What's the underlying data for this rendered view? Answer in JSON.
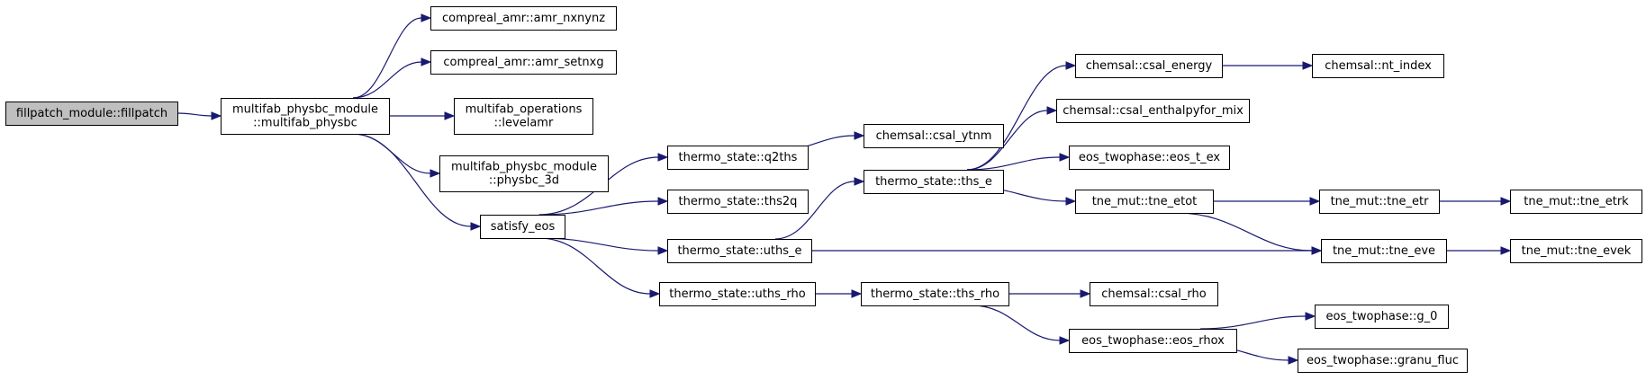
{
  "colors": {
    "edge": "#191970",
    "root_fill": "#bfbfbf",
    "node_fill": "#ffffff",
    "border": "#000000"
  },
  "nodes": [
    {
      "id": "fillpatch",
      "lines": [
        "fillpatch_module::fillpatch"
      ]
    },
    {
      "id": "multifab_physbc",
      "lines": [
        "multifab_physbc_module",
        "::multifab_physbc"
      ]
    },
    {
      "id": "amr_nxnynz",
      "lines": [
        "compreal_amr::amr_nxnynz"
      ]
    },
    {
      "id": "amr_setnxg",
      "lines": [
        "compreal_amr::amr_setnxg"
      ]
    },
    {
      "id": "levelamr",
      "lines": [
        "multifab_operations",
        "::levelamr"
      ]
    },
    {
      "id": "physbc_3d",
      "lines": [
        "multifab_physbc_module",
        "::physbc_3d"
      ]
    },
    {
      "id": "satisfy_eos",
      "lines": [
        "satisfy_eos"
      ]
    },
    {
      "id": "q2ths",
      "lines": [
        "thermo_state::q2ths"
      ]
    },
    {
      "id": "ths2q",
      "lines": [
        "thermo_state::ths2q"
      ]
    },
    {
      "id": "uths_e",
      "lines": [
        "thermo_state::uths_e"
      ]
    },
    {
      "id": "uths_rho",
      "lines": [
        "thermo_state::uths_rho"
      ]
    },
    {
      "id": "csal_ytnm",
      "lines": [
        "chemsal::csal_ytnm"
      ]
    },
    {
      "id": "ths_e",
      "lines": [
        "thermo_state::ths_e"
      ]
    },
    {
      "id": "ths_rho",
      "lines": [
        "thermo_state::ths_rho"
      ]
    },
    {
      "id": "csal_energy",
      "lines": [
        "chemsal::csal_energy"
      ]
    },
    {
      "id": "csal_enthalpy",
      "lines": [
        "chemsal::csal_enthalpyfor_mix"
      ]
    },
    {
      "id": "eos_t_ex",
      "lines": [
        "eos_twophase::eos_t_ex"
      ]
    },
    {
      "id": "tne_etot",
      "lines": [
        "tne_mut::tne_etot"
      ]
    },
    {
      "id": "csal_rho",
      "lines": [
        "chemsal::csal_rho"
      ]
    },
    {
      "id": "eos_rhox",
      "lines": [
        "eos_twophase::eos_rhox"
      ]
    },
    {
      "id": "nt_index",
      "lines": [
        "chemsal::nt_index"
      ]
    },
    {
      "id": "tne_etr",
      "lines": [
        "tne_mut::tne_etr"
      ]
    },
    {
      "id": "tne_eve",
      "lines": [
        "tne_mut::tne_eve"
      ]
    },
    {
      "id": "g_0",
      "lines": [
        "eos_twophase::g_0"
      ]
    },
    {
      "id": "granu_fluc",
      "lines": [
        "eos_twophase::granu_fluc"
      ]
    },
    {
      "id": "tne_etrk",
      "lines": [
        "tne_mut::tne_etrk"
      ]
    },
    {
      "id": "tne_evek",
      "lines": [
        "tne_mut::tne_evek"
      ]
    }
  ],
  "edges": [
    [
      "fillpatch",
      "multifab_physbc"
    ],
    [
      "multifab_physbc",
      "amr_nxnynz"
    ],
    [
      "multifab_physbc",
      "amr_setnxg"
    ],
    [
      "multifab_physbc",
      "levelamr"
    ],
    [
      "multifab_physbc",
      "physbc_3d"
    ],
    [
      "multifab_physbc",
      "satisfy_eos"
    ],
    [
      "satisfy_eos",
      "q2ths"
    ],
    [
      "satisfy_eos",
      "ths2q"
    ],
    [
      "satisfy_eos",
      "uths_e"
    ],
    [
      "satisfy_eos",
      "uths_rho"
    ],
    [
      "q2ths",
      "csal_ytnm"
    ],
    [
      "uths_e",
      "ths_e"
    ],
    [
      "uths_e",
      "tne_eve"
    ],
    [
      "uths_rho",
      "ths_rho"
    ],
    [
      "ths_e",
      "csal_energy"
    ],
    [
      "ths_e",
      "csal_enthalpy"
    ],
    [
      "ths_e",
      "eos_t_ex"
    ],
    [
      "ths_e",
      "tne_etot"
    ],
    [
      "ths_rho",
      "csal_rho"
    ],
    [
      "ths_rho",
      "eos_rhox"
    ],
    [
      "csal_energy",
      "nt_index"
    ],
    [
      "tne_etot",
      "tne_etr"
    ],
    [
      "tne_etot",
      "tne_eve"
    ],
    [
      "tne_etr",
      "tne_etrk"
    ],
    [
      "tne_eve",
      "tne_evek"
    ],
    [
      "eos_rhox",
      "g_0"
    ],
    [
      "eos_rhox",
      "granu_fluc"
    ]
  ]
}
